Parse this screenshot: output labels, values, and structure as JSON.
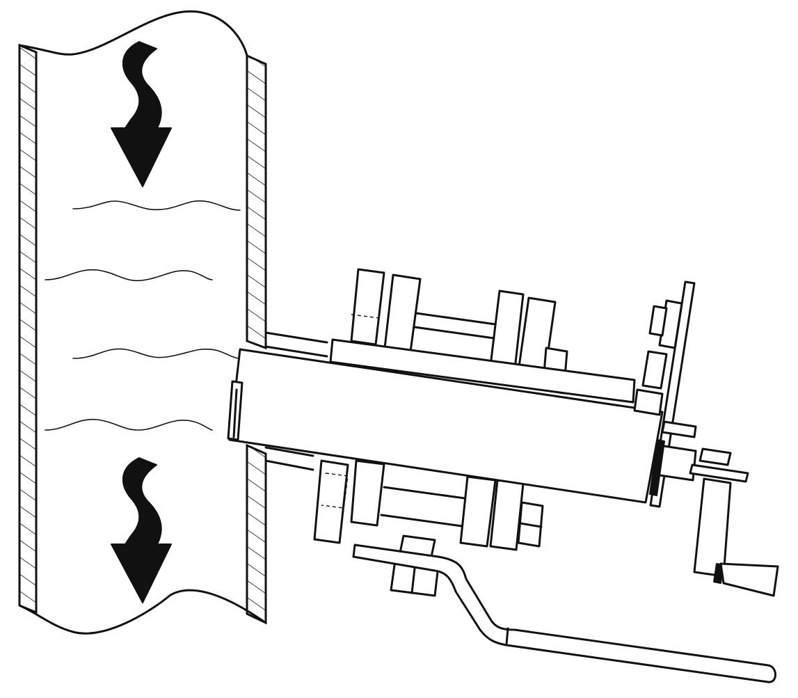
{
  "figure": {
    "type": "technical line drawing",
    "parts": [
      "pipe-section",
      "flow-direction-arrow",
      "flow-direction-arrow",
      "probe-housing",
      "mounting-flange",
      "valve",
      "valve-lever",
      "crank-handle"
    ],
    "colors": {
      "stroke": "#111111",
      "background": "#ffffff"
    }
  }
}
